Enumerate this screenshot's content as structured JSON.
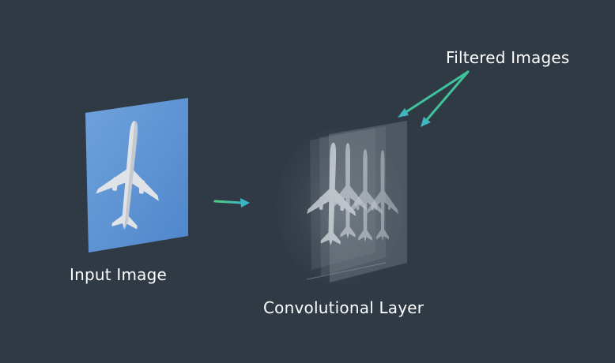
{
  "diagram": {
    "input_label": "Input Image",
    "conv_label": "Convolutional Layer",
    "filtered_label": "Filtered Images",
    "colors": {
      "background": "#2f3a45",
      "sky": "#5f95d6",
      "arrow": "#3fc39a",
      "layer": "#8a929b",
      "label_text": "#ffffff"
    },
    "icons": [
      "airplane-icon"
    ]
  }
}
